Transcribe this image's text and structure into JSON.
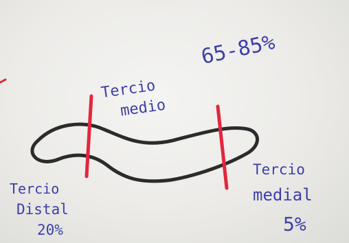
{
  "labels": {
    "top_left_line1": "Tercio",
    "top_left_line2": "medio",
    "top_right": "65-85%",
    "bottom_left_line1": "Tercio",
    "bottom_left_line2": "Distal",
    "bottom_left_line3": "20%",
    "bottom_right_line1": "Tercio",
    "bottom_right_line2": "medial",
    "bottom_right_line3": "5%"
  },
  "colors": {
    "ink_blue": "#3d3fa8",
    "red_marker": "#e3263e",
    "outline": "#2b2b2b"
  }
}
